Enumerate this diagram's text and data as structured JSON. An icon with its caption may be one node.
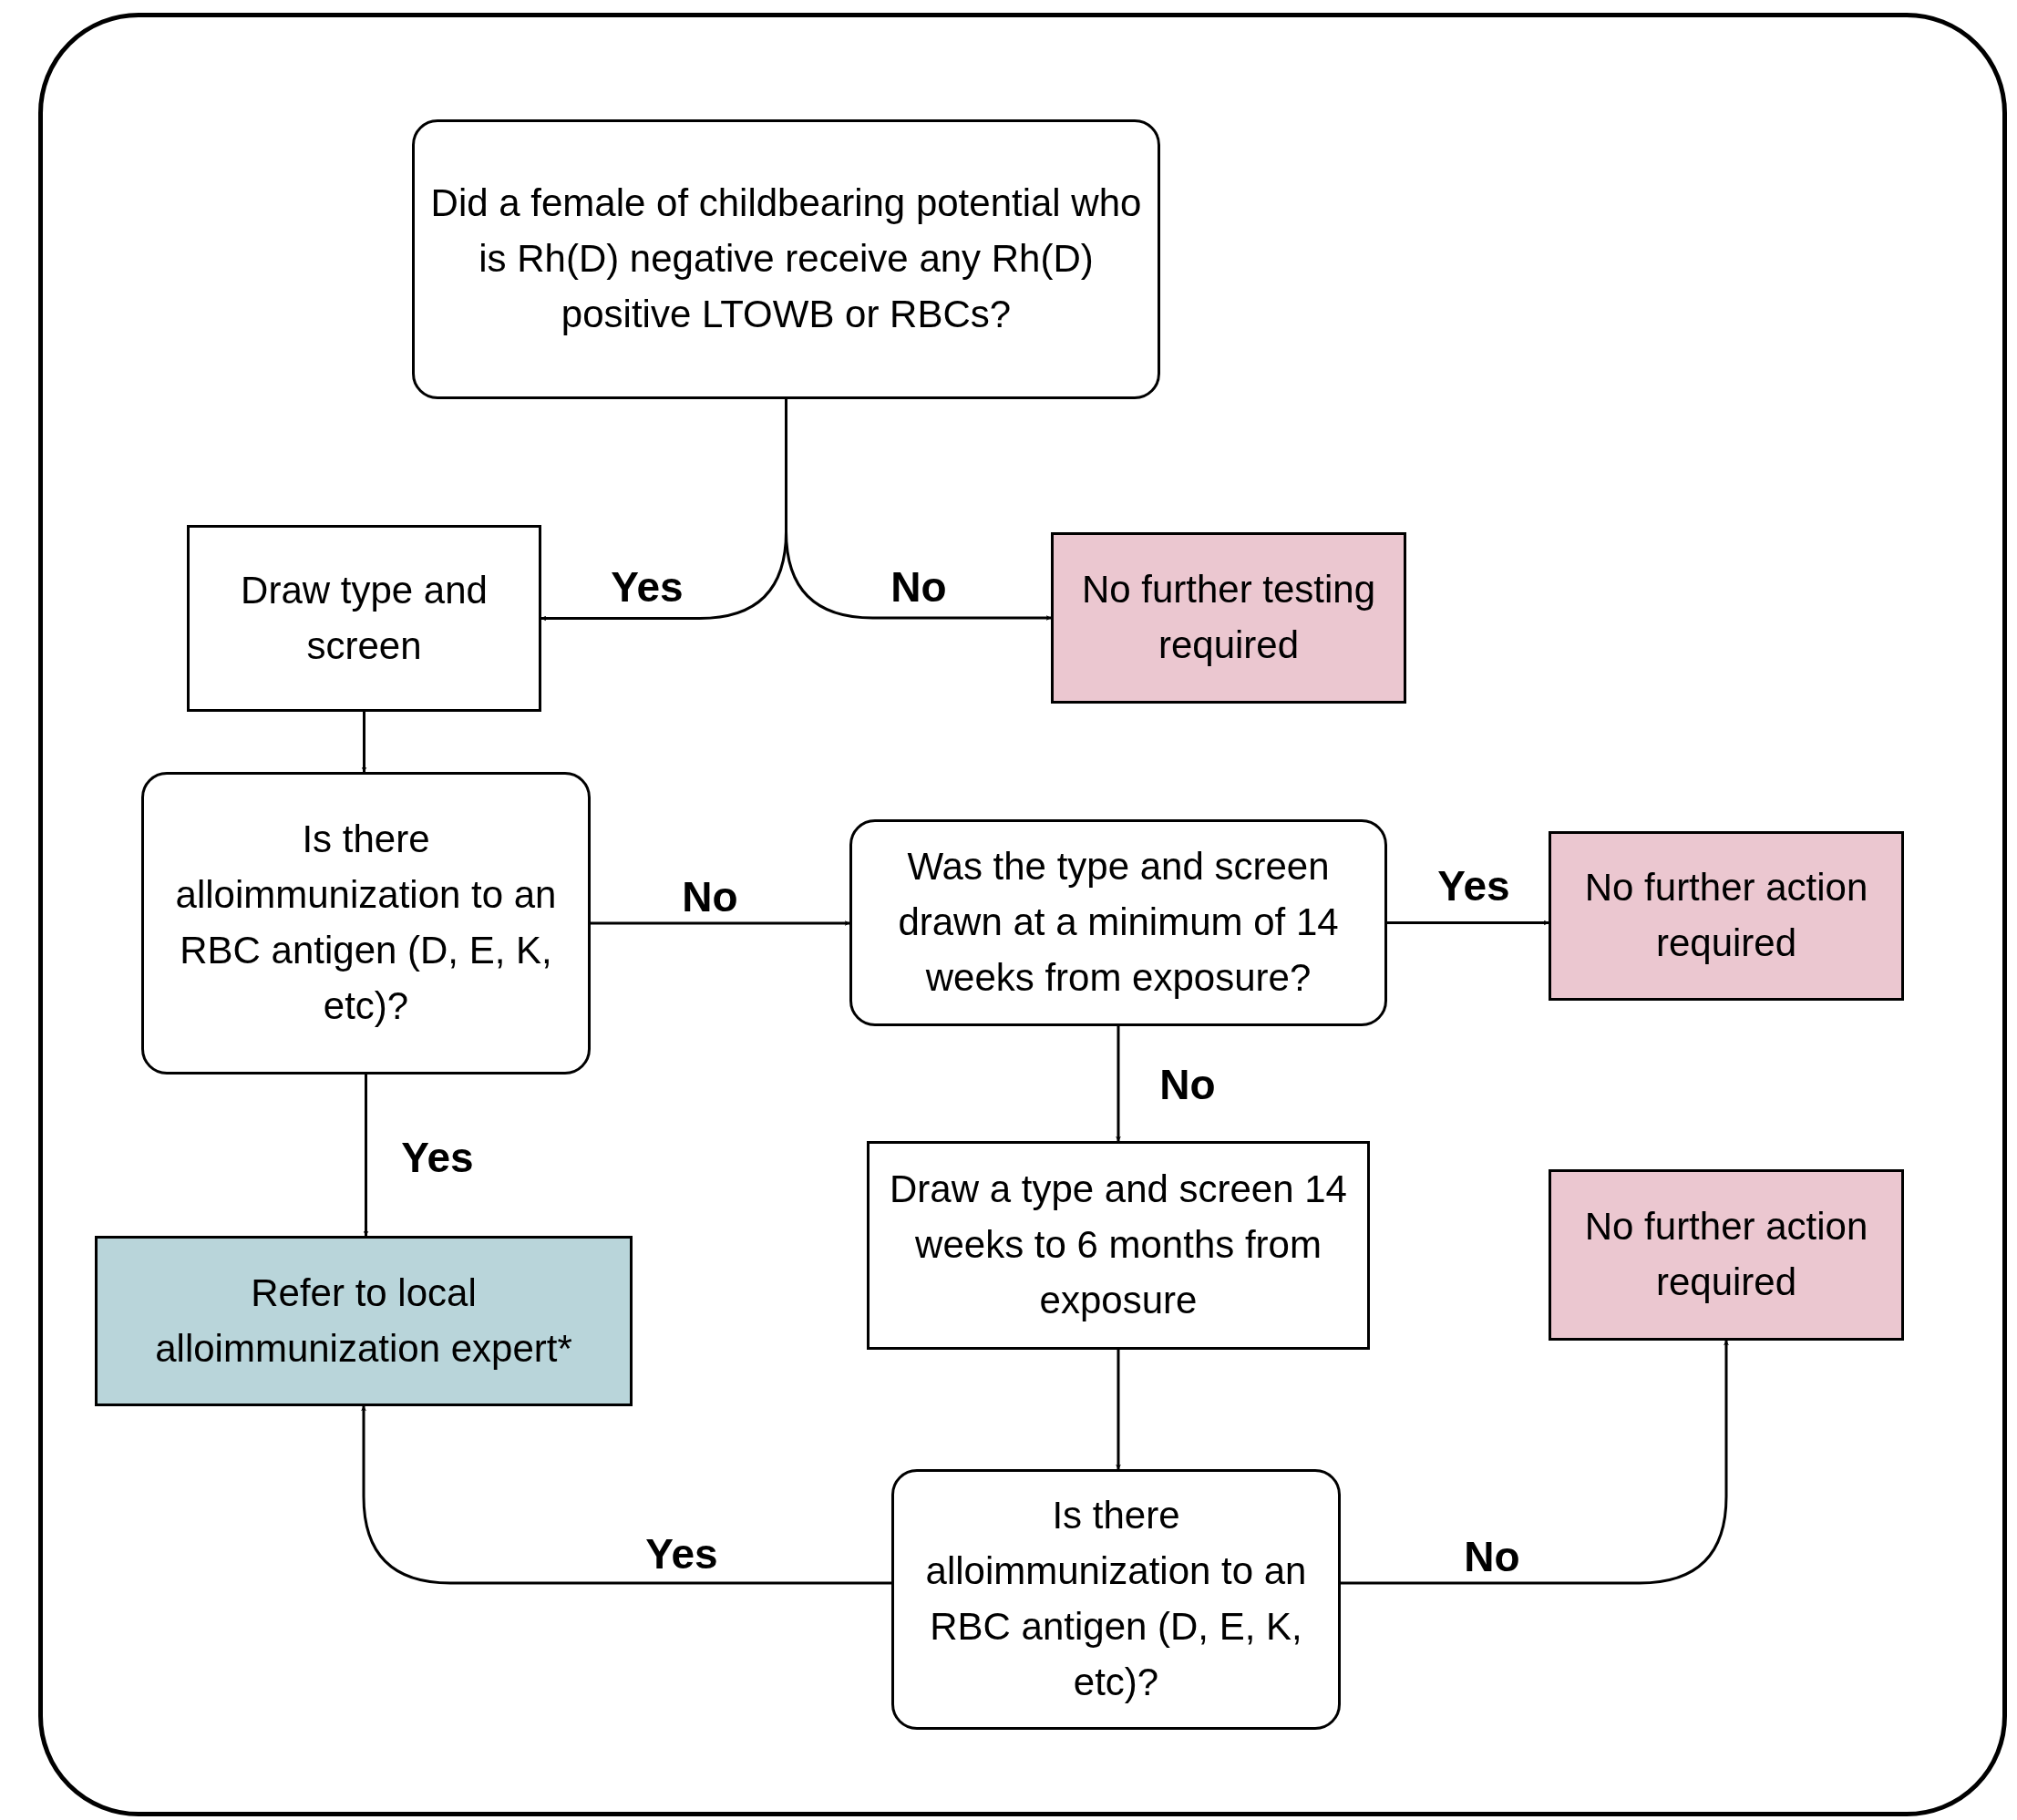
{
  "diagram": {
    "nodes": [
      {
        "text": [
          "Did a female of childbearing potential who is Rh(D) negative receive any Rh(D) positive LTOWB or RBCs?"
        ]
      },
      {
        "text": [
          "Draw type and screen"
        ]
      },
      {
        "text": [
          "No further testing required"
        ]
      },
      {
        "text": [
          "Is there alloimmunization to an RBC antigen (D, E, K, etc)?"
        ]
      },
      {
        "text": [
          "Was the type and screen drawn at a minimum of 14 weeks from exposure?"
        ]
      },
      {
        "text": [
          "No further action required"
        ]
      },
      {
        "text": [
          "Refer to local alloimmunization expert*"
        ]
      },
      {
        "text": [
          "Draw a type and screen 14 weeks to 6 months from exposure"
        ]
      },
      {
        "text": [
          "No further action required"
        ]
      },
      {
        "text": [
          "Is there alloimmunization to an RBC antigen (D, E, K, etc)?"
        ]
      }
    ],
    "edges": [
      {
        "from": 0,
        "to": 1,
        "arrow": "to",
        "label": "Yes"
      },
      {
        "from": 0,
        "to": 2,
        "arrow": "to",
        "label": "No"
      },
      {
        "from": 1,
        "to": 3,
        "arrow": "to"
      },
      {
        "from": 3,
        "to": 4,
        "arrow": "to",
        "label": "No"
      },
      {
        "from": 4,
        "to": 5,
        "arrow": "to",
        "label": "Yes"
      },
      {
        "from": 4,
        "to": 7,
        "arrow": "to",
        "label": "No"
      },
      {
        "from": 3,
        "to": 6,
        "arrow": "to",
        "label": "Yes"
      },
      {
        "from": 7,
        "to": 9,
        "arrow": "to"
      },
      {
        "from": 9,
        "to": 6,
        "arrow": "to",
        "label": "Yes"
      },
      {
        "from": 9,
        "to": 8,
        "arrow": "to",
        "label": "No"
      }
    ]
  }
}
